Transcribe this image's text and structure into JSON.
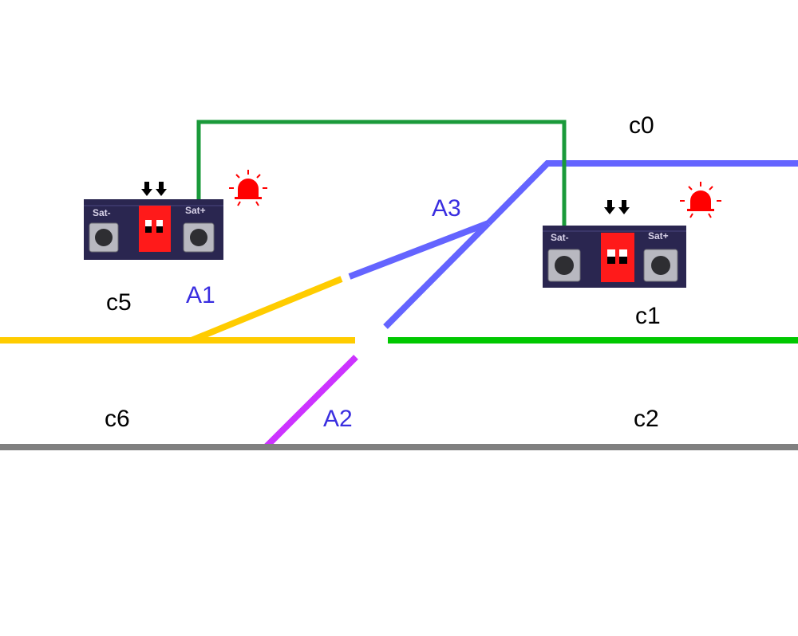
{
  "colors": {
    "track_c0": "#6464ff",
    "track_c1": "#00c800",
    "track_c5": "#ffcc00",
    "track_c6": "#808080",
    "track_a2": "#cc33ff",
    "wire": "#1a9a3a",
    "pcb": "#2a2650",
    "dip_switch": "#ff1a1a",
    "led": "#ff0000",
    "turnout_label": "#3a2ee0"
  },
  "track_labels": {
    "c0": "c0",
    "c1": "c1",
    "c2": "c2",
    "c5": "c5",
    "c6": "c6"
  },
  "turnout_labels": {
    "a1": "A1",
    "a2": "A2",
    "a3": "A3"
  },
  "modules": {
    "left": {
      "button_minus_label": "Sat-",
      "button_plus_label": "Sat+",
      "arrows": "⬇⬇"
    },
    "right": {
      "button_minus_label": "Sat-",
      "button_plus_label": "Sat+",
      "arrows": "⬇⬇"
    }
  },
  "icons": {
    "led": "alarm-light-icon",
    "arrows": "double-down-arrow-icon",
    "button": "push-button-icon",
    "dip_switch": "dip-switch-icon"
  }
}
